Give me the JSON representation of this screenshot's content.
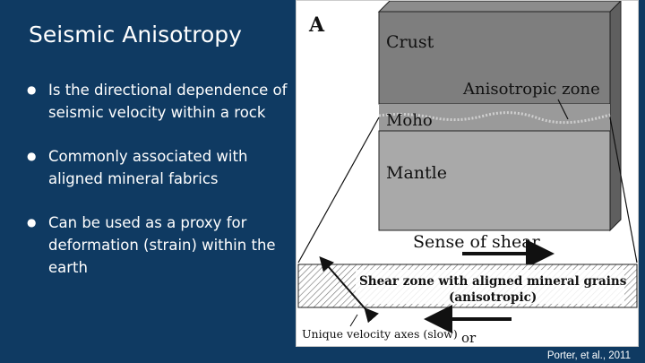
{
  "slide": {
    "title": "Seismic Anisotropy",
    "bullets": [
      "Is the directional dependence of seismic velocity within a rock",
      "Commonly associated with aligned mineral fabrics",
      "Can be used as a proxy for deformation (strain) within the earth"
    ],
    "citation": "Porter, et al., 2011"
  },
  "figure": {
    "panel_letter": "A",
    "crust_label": "Crust",
    "anisotropic_label": "Anisotropic zone",
    "moho_label": "Moho",
    "mantle_label": "Mantle",
    "shear_sense_label": "Sense of shear",
    "shear_zone_label_line1": "Shear zone with aligned mineral grains",
    "shear_zone_label_line2": "(anisotropic)",
    "velocity_axes_label": "Unique velocity axes (slow)",
    "or_label": "or",
    "colors": {
      "crust": "#7e7e7e",
      "mantle": "#a9a9a9",
      "block_side": "#5f5f5f",
      "block_top": "#8c8c8c"
    }
  }
}
